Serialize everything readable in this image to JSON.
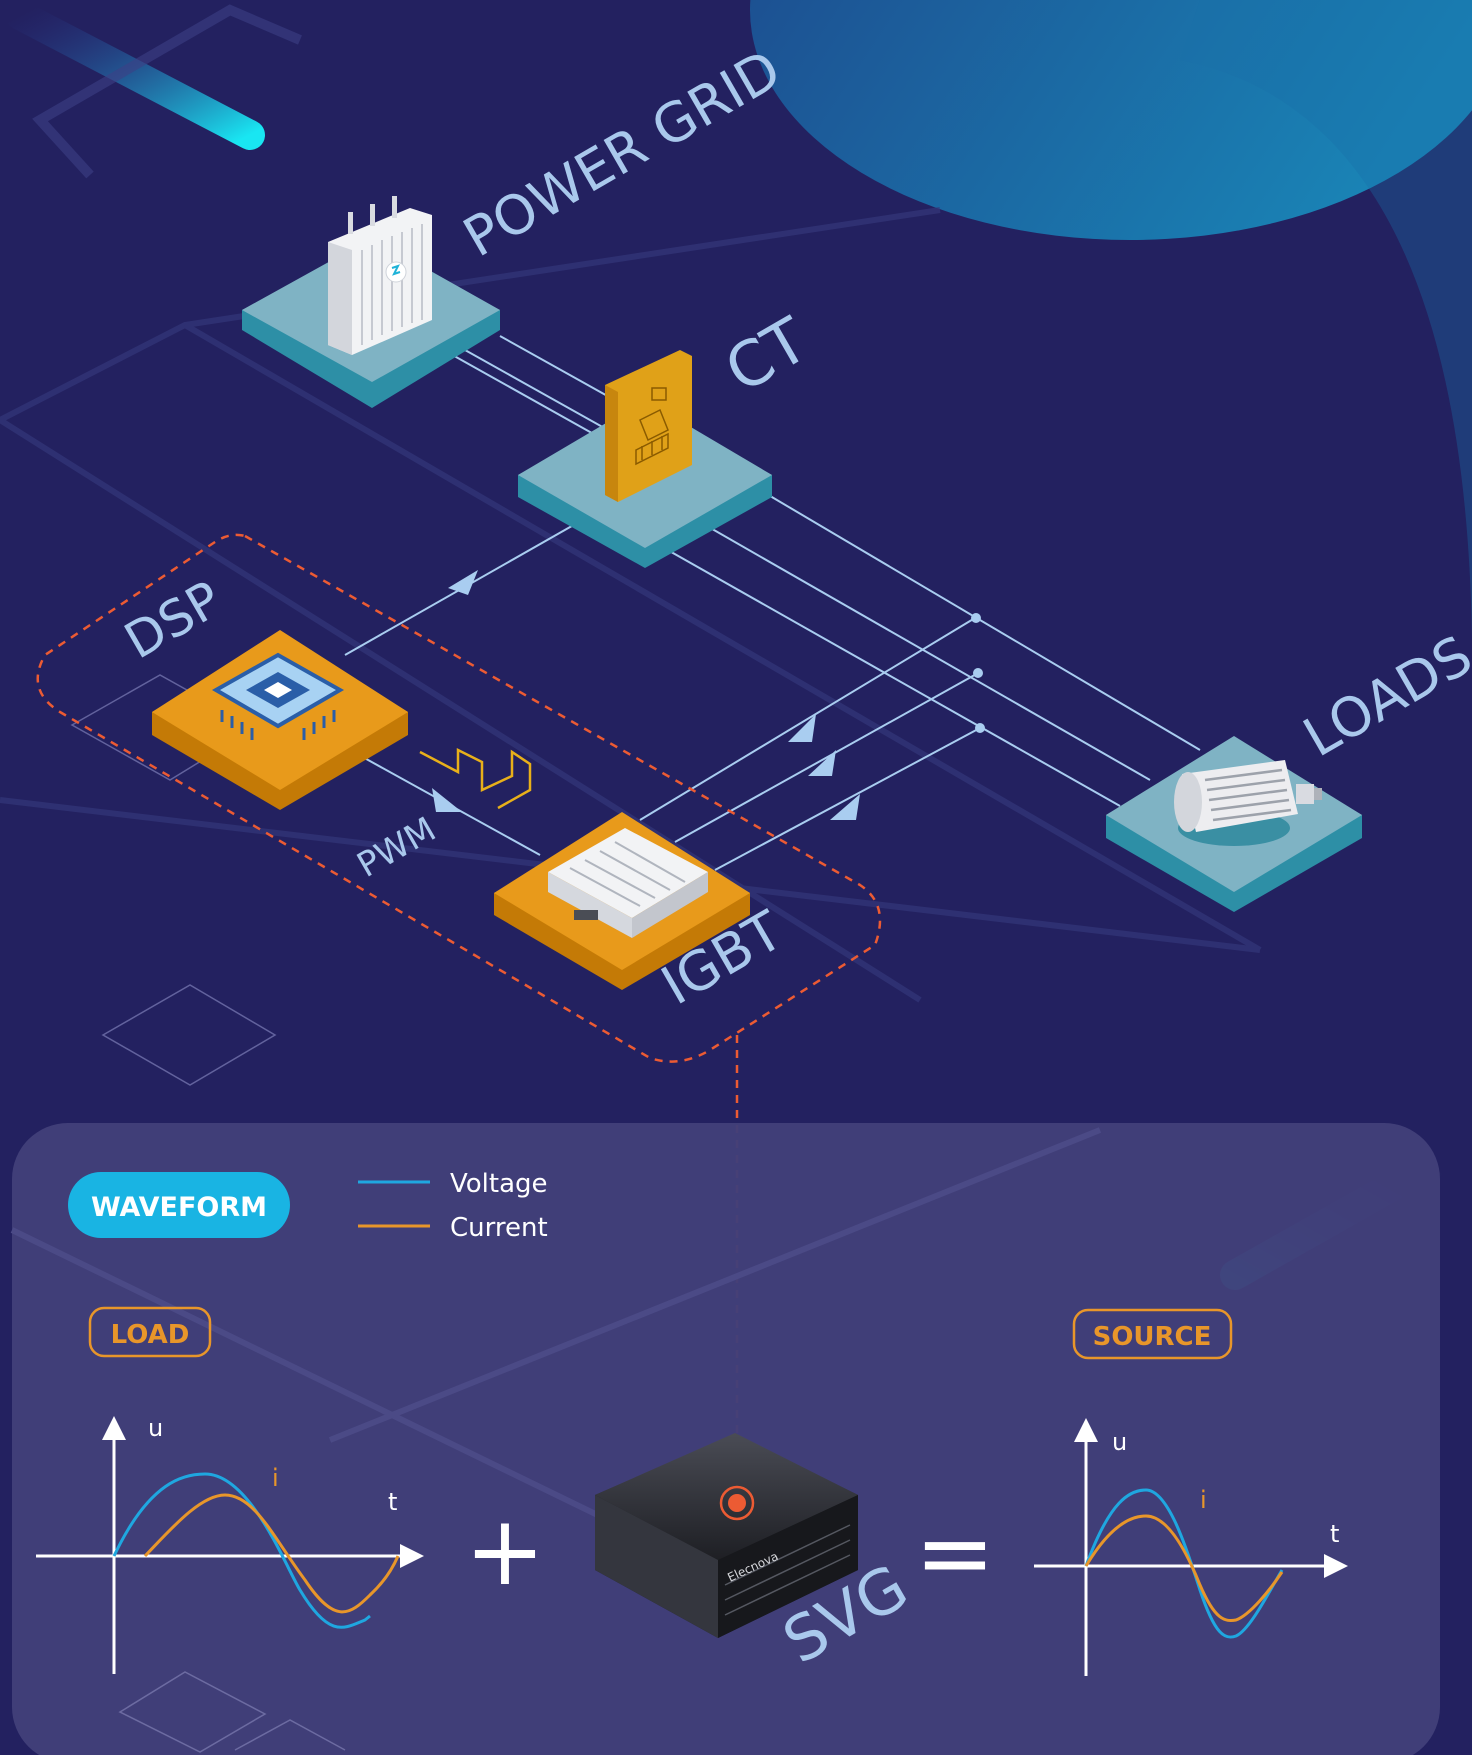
{
  "diagram": {
    "nodes": {
      "power_grid": "POWER GRID",
      "ct": "CT",
      "dsp": "DSP",
      "pwm": "PWM",
      "igbt": "IGBT",
      "loads": "LOADS",
      "svg": "SVG"
    },
    "device_brand": "Elecnova"
  },
  "waveform_panel": {
    "badge": "WAVEFORM",
    "legend": [
      {
        "label": "Voltage",
        "color": "#1fa7e0"
      },
      {
        "label": "Current",
        "color": "#e8962a"
      }
    ],
    "load_tag": "LOAD",
    "source_tag": "SOURCE",
    "plus_sign": "+",
    "equals_sign": "=",
    "load_plot": {
      "u_label": "u",
      "i_label": "i",
      "t_label": "t"
    },
    "source_plot": {
      "u_label": "u",
      "i_label": "i",
      "t_label": "t"
    }
  },
  "colors": {
    "background": "#232160",
    "panel": "#413f79",
    "teal_platform": "#7fb3c4",
    "orange_platform": "#e89a1b",
    "line": "#a9cdf0",
    "dashed": "#ec5b33",
    "accent_cyan": "#19c3e6",
    "tag_orange": "#e8962a"
  }
}
